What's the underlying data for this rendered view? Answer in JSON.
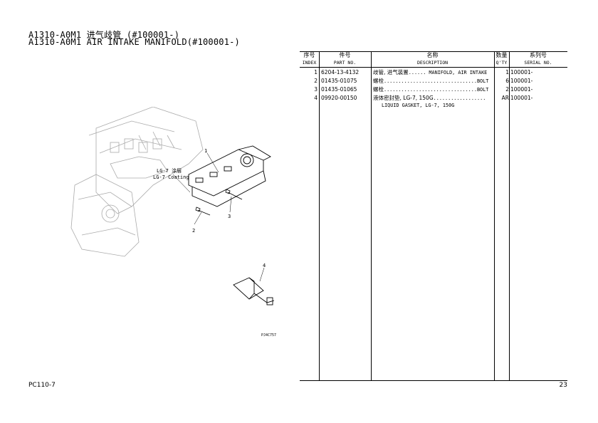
{
  "header": {
    "title_cn": "A1310-A0M1 进气歧管 (#100001-)",
    "title_en": "A1310-A0M1 AIR INTAKE MANIFOLD(#100001-)"
  },
  "illustration": {
    "callouts": [
      "1",
      "2",
      "3",
      "4"
    ],
    "coating_cn": "LG-7 涂层",
    "coating_en": "LG-7 Coating",
    "figure_code": "PJ4C757"
  },
  "table": {
    "headers": {
      "index_cn": "序号",
      "index_en": "INDEX",
      "part_cn": "件号",
      "part_en": "PART NO.",
      "desc_cn": "名称",
      "desc_en": "DESCRIPTION",
      "qty_cn": "数量",
      "qty_en": "Q'TY",
      "serial_cn": "系列号",
      "serial_en": "SERIAL NO."
    },
    "rows": [
      {
        "index": "1",
        "part": "6204-13-4132",
        "desc_cn": "歧管, 进气装置",
        "desc_en": "...... MANIFOLD, AIR INTAKE",
        "qty": "1",
        "serial": "100001-"
      },
      {
        "index": "2",
        "part": "01435-01075",
        "desc_cn": "螺栓",
        "desc_en": "................................BOLT",
        "qty": "6",
        "serial": "100001-"
      },
      {
        "index": "3",
        "part": "01435-01065",
        "desc_cn": "螺栓",
        "desc_en": "................................BOLT",
        "qty": "2",
        "serial": "100001-"
      },
      {
        "index": "4",
        "part": "09920-00150",
        "desc_cn": "液体密封垫, LG-7, 150G",
        "desc_en": "..................",
        "qty": "AR",
        "serial": "100001-",
        "desc_line2": "LIQUID GASKET, LG-7, 150G"
      }
    ]
  },
  "footer": {
    "model": "PC110-7",
    "page": "23"
  }
}
